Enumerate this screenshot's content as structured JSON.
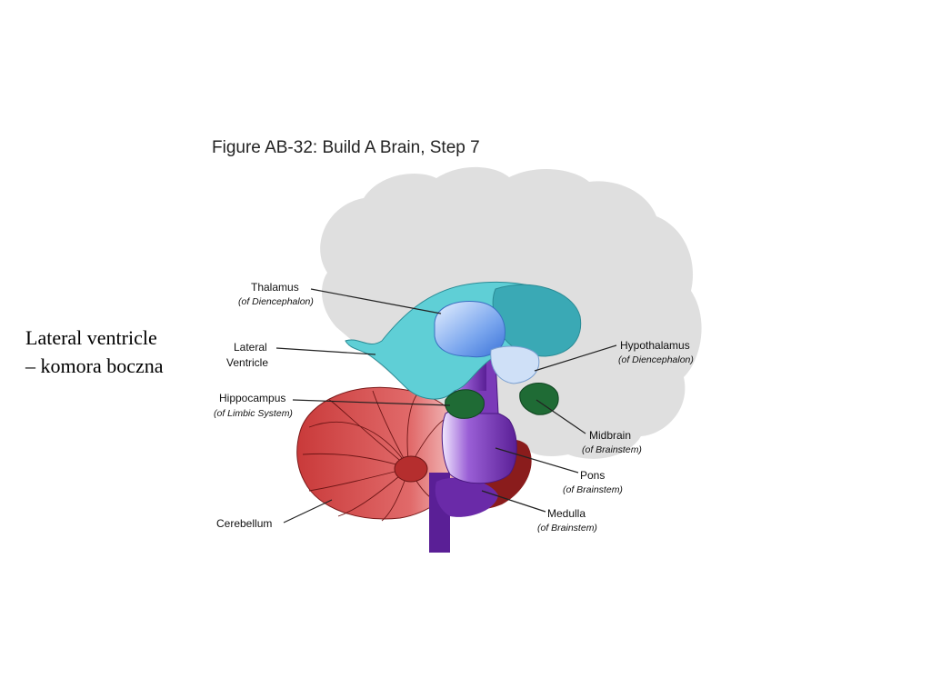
{
  "caption": {
    "line1": "Lateral ventricle",
    "line2": "– komora boczna"
  },
  "figure": {
    "title": "Figure AB-32: Build A Brain, Step 7",
    "labels": {
      "thalamus": {
        "name": "Thalamus",
        "note": "(of Diencephalon)"
      },
      "lateral_ventricle": {
        "name1": "Lateral",
        "name2": "Ventricle"
      },
      "hippocampus": {
        "name": "Hippocampus",
        "note": "(of Limbic System)"
      },
      "cerebellum": {
        "name": "Cerebellum"
      },
      "hypothalamus": {
        "name": "Hypothalamus",
        "note": "(of Diencephalon)"
      },
      "midbrain": {
        "name": "Midbrain",
        "note": "(of Brainstem)"
      },
      "pons": {
        "name": "Pons",
        "note": "(of Brainstem)"
      },
      "medulla": {
        "name": "Medulla",
        "note": "(of Brainstem)"
      }
    },
    "colors": {
      "brain_outline": "#dedede",
      "thalamus": "#8fb8f2",
      "ventricle": "#5fcfd6",
      "ventricle_dark": "#3aa9b5",
      "hippocampus": "#1f6b35",
      "brainstem": "#6a2aa8",
      "cerebellum": "#c33a3a"
    }
  }
}
